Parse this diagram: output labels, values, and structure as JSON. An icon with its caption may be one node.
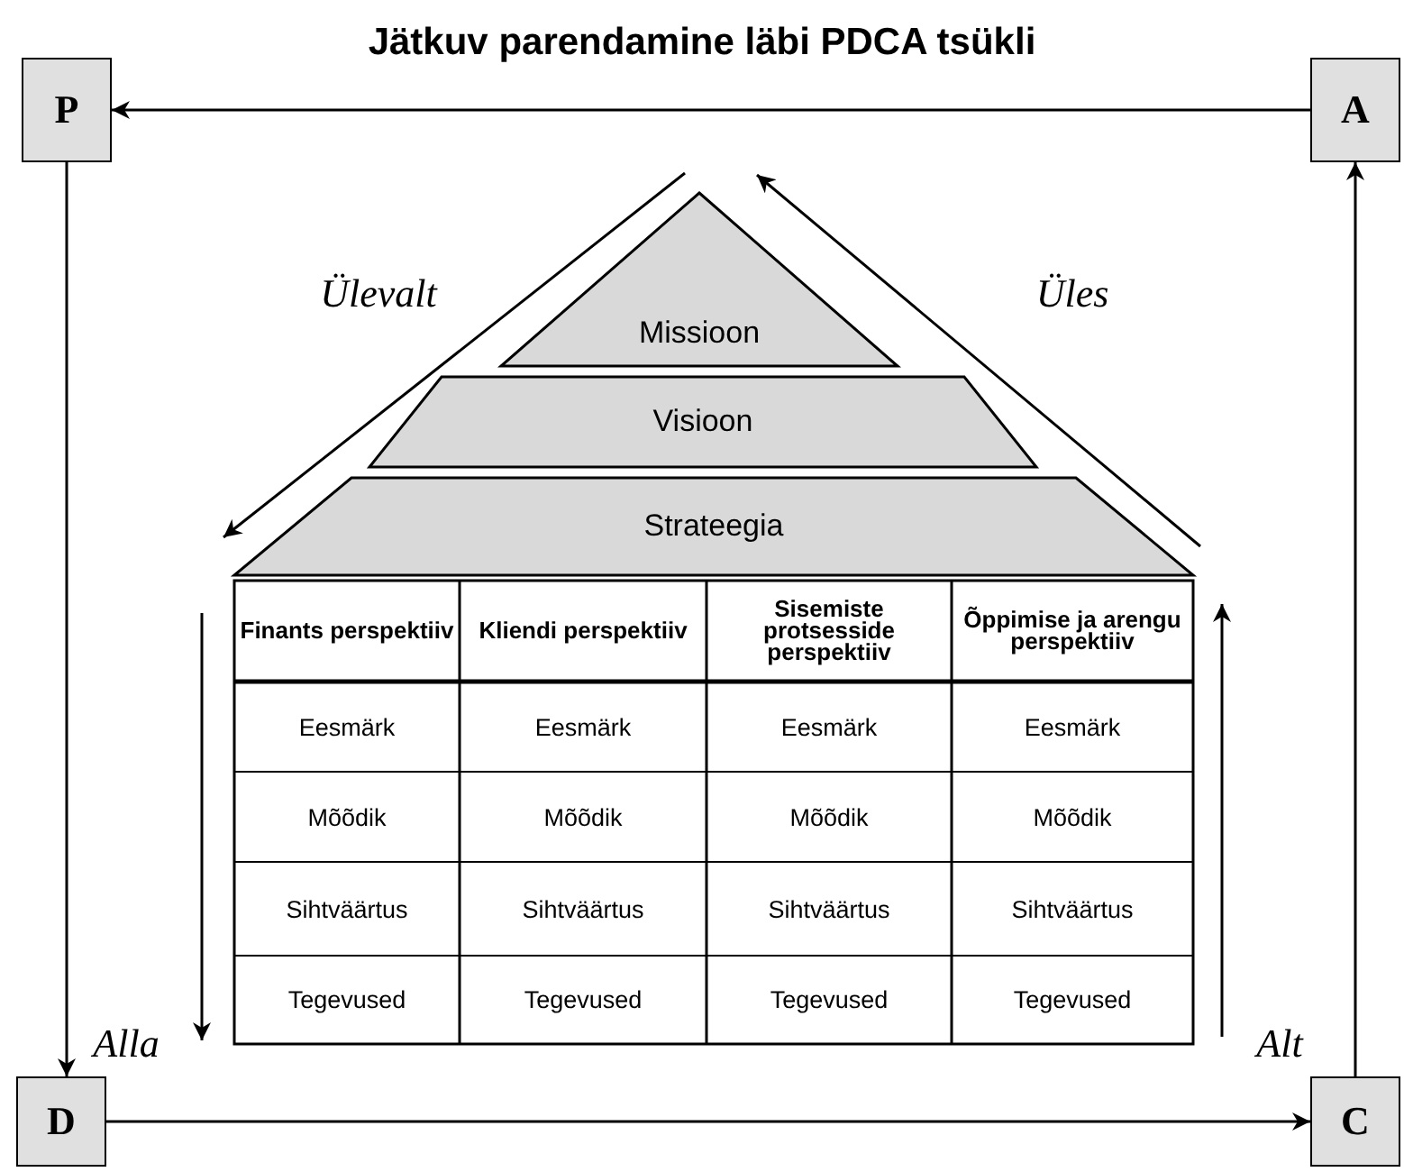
{
  "diagram": {
    "title": "Jätkuv parendamine läbi PDCA tsükli",
    "nodes": [
      {
        "text": [
          "P"
        ]
      },
      {
        "text": [
          "A"
        ]
      },
      {
        "text": [
          "D"
        ]
      },
      {
        "text": [
          "C"
        ]
      },
      {
        "text": [
          "Missioon"
        ]
      },
      {
        "text": [
          "Visioon"
        ]
      },
      {
        "text": [
          "Strateegia"
        ]
      }
    ],
    "edges": [
      {
        "from": 1,
        "to": 0,
        "arrow": "to"
      },
      {
        "from": 0,
        "to": 2,
        "arrow": "to"
      },
      {
        "from": 2,
        "to": 3,
        "arrow": "to"
      },
      {
        "from": 3,
        "to": 1,
        "arrow": "to"
      }
    ],
    "labels": [
      "Ülevalt",
      "Üles",
      "Finants perspektiiv",
      "Kliendi perspektiiv",
      "Sisemiste protsesside perspektiiv",
      "Õppimise ja arengu perspektiiv",
      "Eesmärk",
      "Eesmärk",
      "Eesmärk",
      "Eesmärk",
      "Mõõdik",
      "Mõõdik",
      "Mõõdik",
      "Mõõdik",
      "Sihtväärtus",
      "Sihtväärtus",
      "Sihtväärtus",
      "Sihtväärtus",
      "Tegevused",
      "Tegevused",
      "Tegevused",
      "Tegevused",
      "Alla",
      "Alt"
    ]
  }
}
